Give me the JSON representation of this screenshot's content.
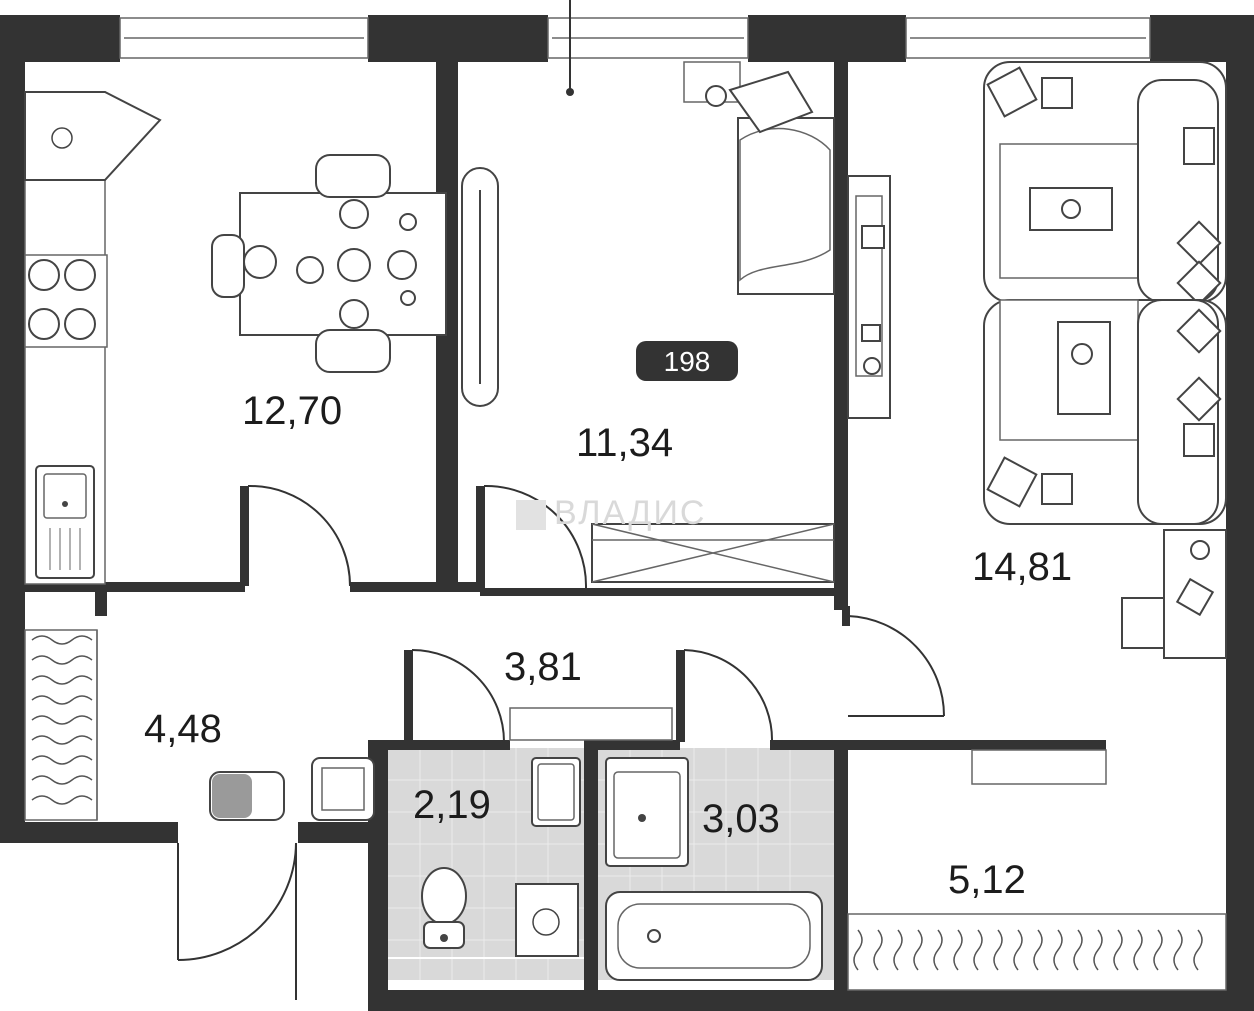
{
  "apartment": {
    "badge_number": "198",
    "watermark": "ВЛАДИС",
    "rooms": [
      {
        "id": "kitchen",
        "area": "12,70"
      },
      {
        "id": "bedroom",
        "area": "11,34"
      },
      {
        "id": "living-room",
        "area": "14,81"
      },
      {
        "id": "corridor",
        "area": "3,81"
      },
      {
        "id": "hall",
        "area": "4,48"
      },
      {
        "id": "toilet",
        "area": "2,19"
      },
      {
        "id": "bathroom",
        "area": "3,03"
      },
      {
        "id": "loggia",
        "area": "5,12"
      }
    ]
  },
  "colors": {
    "wall": "#333333",
    "wet_zone_floor": "#d9d9d9",
    "badge_background": "#333333",
    "badge_text": "#ffffff"
  }
}
